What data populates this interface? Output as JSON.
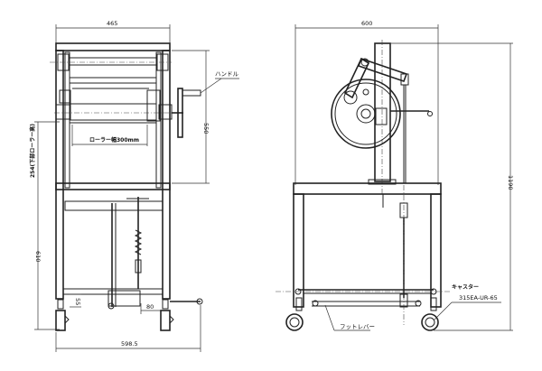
{
  "front_view": {
    "width_dim": "465",
    "handle_label": "ハンドル",
    "upper_height_dim": "550",
    "roller_width_label": "ローラー幅300mm",
    "lower_roller_height_dim": "254(下部ローラー高)",
    "table_height_dim": "610",
    "small_dim_55": "55",
    "small_dim_80": "80",
    "base_width_dim": "598.5"
  },
  "side_view": {
    "depth_dim": "600",
    "total_height_dim": "1190",
    "caster_label": "キャスター",
    "caster_model": "315EA-UR-65",
    "foot_lever_label": "フットレバー"
  }
}
